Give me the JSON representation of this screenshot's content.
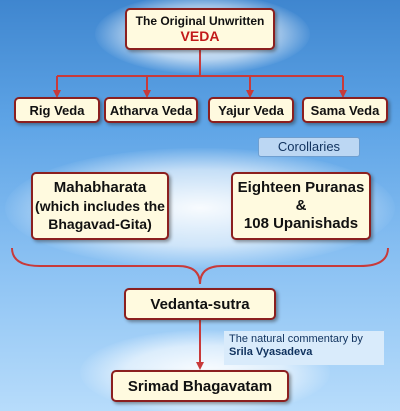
{
  "root": {
    "line1": "The Original Unwritten",
    "line2": "VEDA"
  },
  "vedas": [
    "Rig Veda",
    "Atharva Veda",
    "Yajur Veda",
    "Sama Veda"
  ],
  "corollaries_label": "Corollaries",
  "mahabharata": {
    "line1": "Mahabharata",
    "line2": "(which includes the",
    "line3": "Bhagavad-Gita)"
  },
  "puranas": {
    "line1": "Eighteen Puranas",
    "line2": "&",
    "line3": "108 Upanishads"
  },
  "vedanta": "Vedanta-sutra",
  "commentary": {
    "line1": "The natural commentary by",
    "line2": "Srila Vyasadeva"
  },
  "bhagavatam": "Srimad Bhagavatam",
  "colors": {
    "border": "#8b1f1f",
    "box_fill": "#fffadf",
    "accent_red": "#c21a1a",
    "line": "#c83a3a"
  }
}
